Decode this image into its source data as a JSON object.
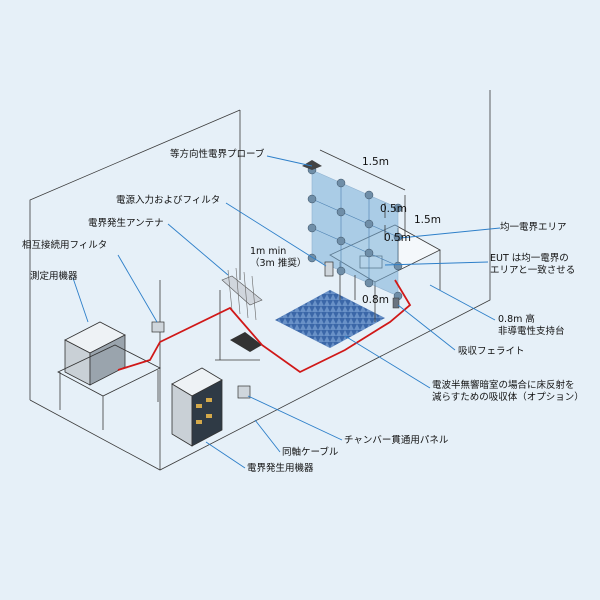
{
  "labels": {
    "isotropic_probe": "等方向性電界プローブ",
    "power_filter": "電源入力およびフィルタ",
    "field_antenna": "電界発生アンテナ",
    "mutual_filter": "相互接続用フィルタ",
    "measurement": "測定用機器",
    "distance": "1m min\n（3m 推奨）",
    "uniform_area": "均一電界エリア",
    "eut_note": "EUT は均一電界の\nエリアと一致させる",
    "table": "0.8m 高\n非導電性支持台",
    "ferrite": "吸収フェライト",
    "absorber": "電波半無響暗室の場合に床反射を\n減らすための吸収体（オプション）",
    "panel": "チャンバー貫通用パネル",
    "coax": "同軸ケーブル",
    "generator": "電界発生用機器"
  },
  "dimensions": {
    "width": "1.5m",
    "grid_step_a": "0.5m",
    "grid_step_b": "0.5m",
    "height": "1.5m",
    "table_height": "0.8m"
  },
  "colors": {
    "background": "#e6f0f8",
    "leader": "#2d7fc9",
    "cable": "#d01818",
    "absorber": "#3b67a8",
    "uniform_area": "#7ab0d8"
  }
}
